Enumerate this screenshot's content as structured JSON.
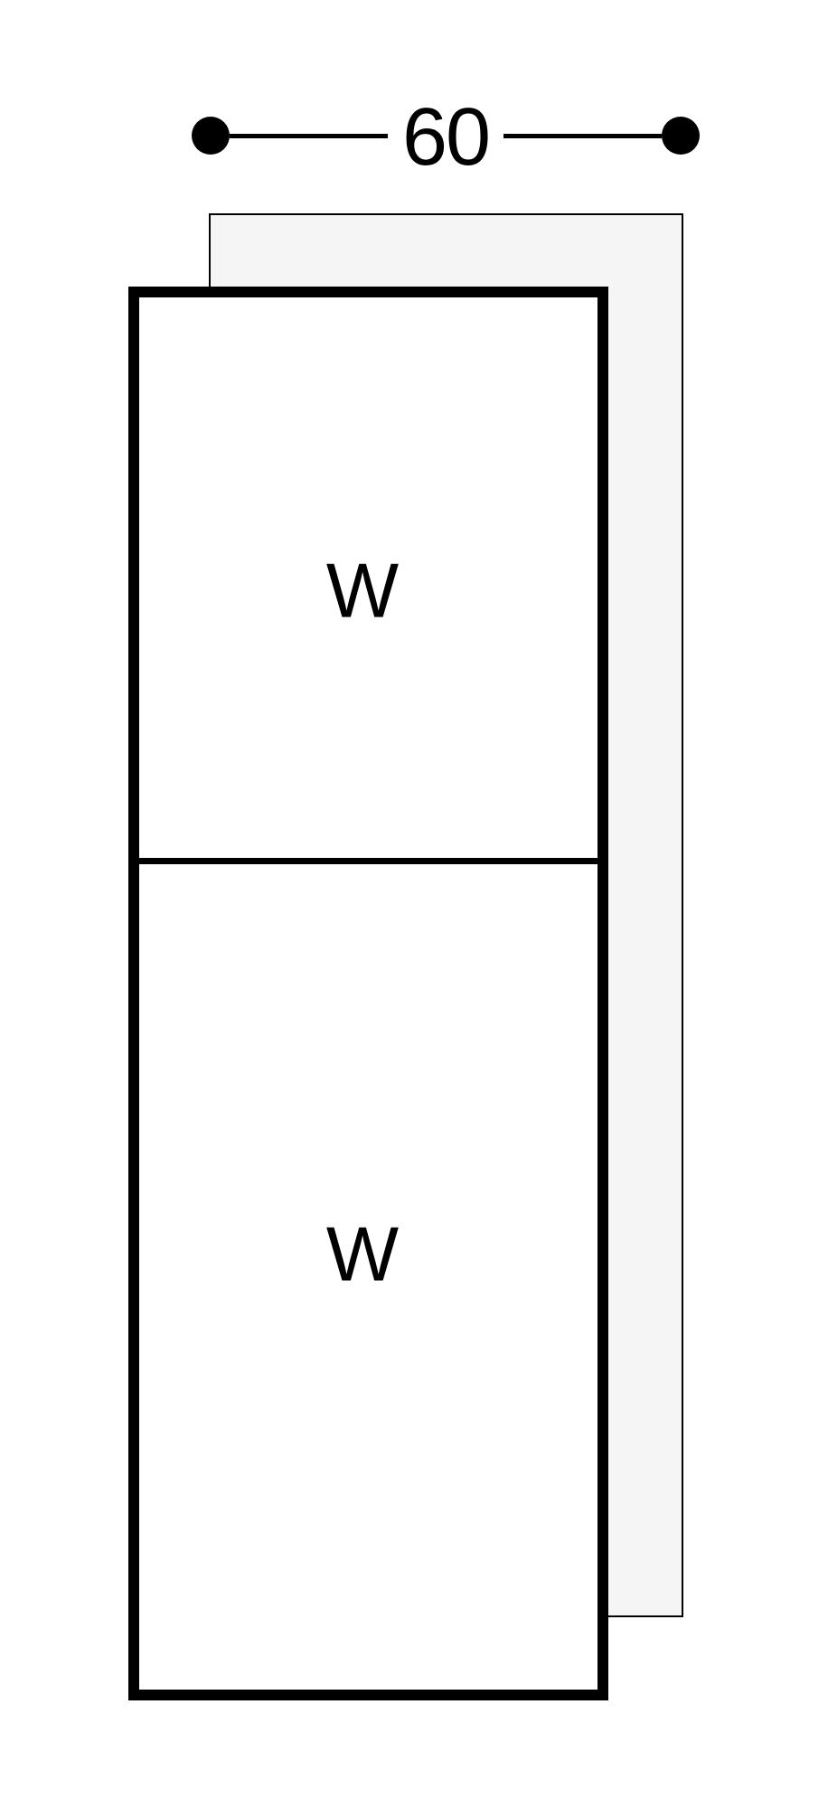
{
  "diagram": {
    "type": "appliance-installation-dimension-drawing",
    "dimension": {
      "label": "60",
      "orientation": "horizontal",
      "position": "top"
    },
    "compartments": [
      {
        "label": "W",
        "position": "upper"
      },
      {
        "label": "W",
        "position": "lower"
      }
    ],
    "icons": {
      "left_endpoint": "dimension-endpoint-dot",
      "right_endpoint": "dimension-endpoint-dot"
    },
    "colors": {
      "stroke": "#000000",
      "panel_fill": "#f5f5f5",
      "appliance_fill": "#ffffff",
      "background": "#ffffff"
    }
  }
}
